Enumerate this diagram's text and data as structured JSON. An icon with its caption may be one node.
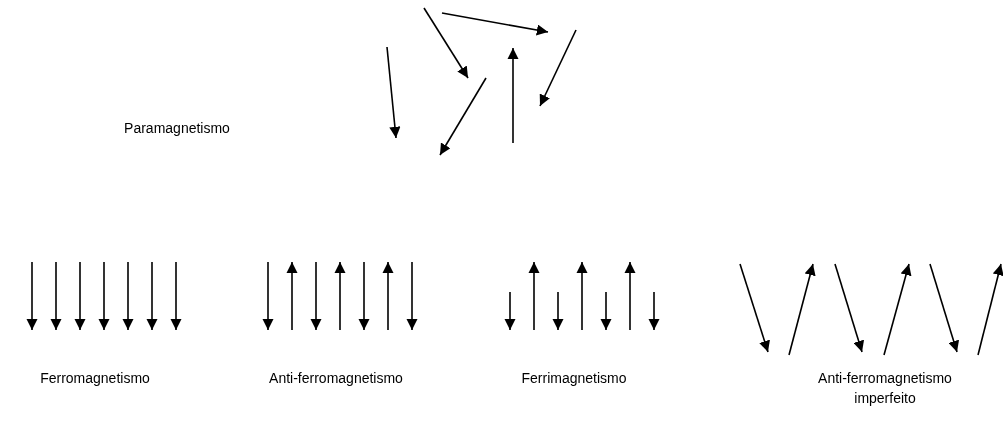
{
  "diagram": {
    "labels": [
      "Paramagnetismo",
      "Ferromagnetismo",
      "Anti-ferromagnetismo",
      "Ferrimagnetismo",
      "Anti-ferromagnetismo imperfeito"
    ]
  }
}
